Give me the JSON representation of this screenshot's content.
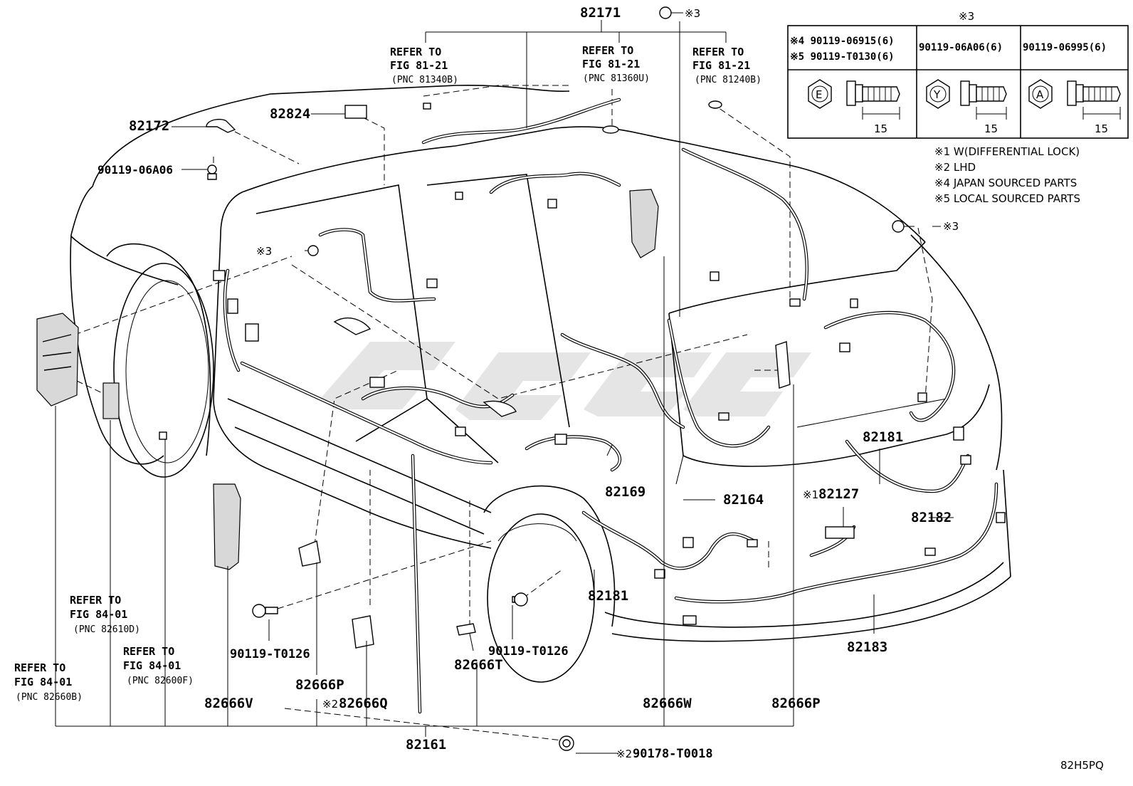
{
  "diagram_code": "82H5PQ",
  "parts": {
    "p82171": "82171",
    "p82172": "82172",
    "p82824": "82824",
    "p90119_06A06": "90119-06A06",
    "p82169": "82169",
    "p82164": "82164",
    "p82181_top": "82181",
    "p82127": "82127",
    "p82127_mark": "※1",
    "p82182": "82182",
    "p82181_bottom": "82181",
    "p82183": "82183",
    "p90119_T0126_a": "90119-T0126",
    "p90119_T0126_b": "90119-T0126",
    "p82666P_a": "82666P",
    "p82666Q": "82666Q",
    "p82666Q_mark": "※2",
    "p82666T": "82666T",
    "p82666V": "82666V",
    "p82666W": "82666W",
    "p82666P_b": "82666P",
    "p82161": "82161",
    "p90178_T0018": "90178-T0018",
    "p90178_mark": "※2"
  },
  "marks": {
    "m3_top": "※3",
    "m3_left": "※3",
    "m3_right": "※3",
    "m3_table": "※3"
  },
  "refs": {
    "r1": {
      "line1": "REFER TO",
      "line2": "FIG 81-21",
      "line3": "(PNC 81340B)"
    },
    "r2": {
      "line1": "REFER TO",
      "line2": "FIG 81-21",
      "line3": "(PNC 81360U)"
    },
    "r3": {
      "line1": "REFER TO",
      "line2": "FIG 81-21",
      "line3": "(PNC 81240B)"
    },
    "r4": {
      "line1": "REFER TO",
      "line2": "FIG 84-01",
      "line3": "(PNC 82610D)"
    },
    "r5": {
      "line1": "REFER TO",
      "line2": "FIG 84-01",
      "line3": "(PNC 82600F)"
    },
    "r6": {
      "line1": "REFER TO",
      "line2": "FIG 84-01",
      "line3": "(PNC 82660B)"
    }
  },
  "bolt_table": {
    "col1_line1": "※4 90119-06915(6)",
    "col1_line2": "※5 90119-T0130(6)",
    "col2": "90119-06A06(6)",
    "col3": "90119-06995(6)",
    "head1": "E",
    "head2": "Y",
    "head3": "A",
    "length1": "15",
    "length2": "15",
    "length3": "15"
  },
  "notes": [
    "※1 W(DIFFERENTIAL LOCK)",
    "※2 LHD",
    "※4 JAPAN SOURCED PARTS",
    "※5 LOCAL SOURCED PARTS"
  ]
}
